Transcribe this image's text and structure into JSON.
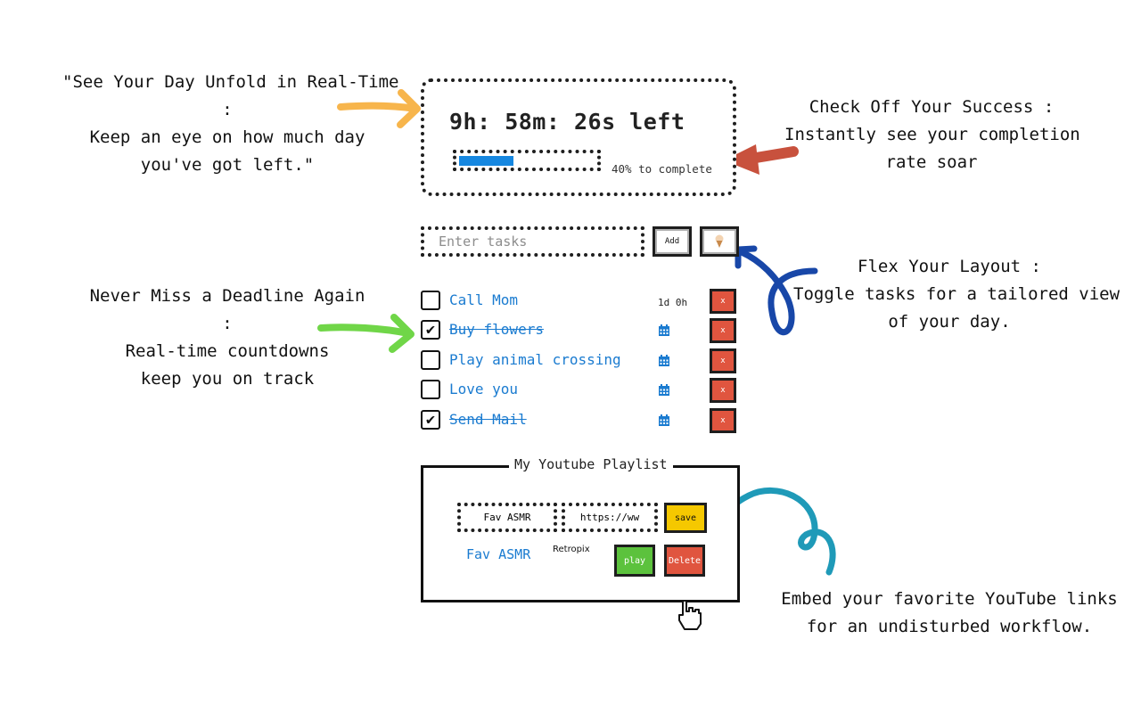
{
  "annotations": {
    "timer": [
      "\"See Your Day Unfold in Real-Time",
      ":",
      "Keep an eye on how much day",
      "you've got left.\""
    ],
    "success": [
      "Check Off Your Success :",
      "Instantly see your completion",
      "rate soar"
    ],
    "layout": [
      "Flex Your Layout :",
      "Toggle tasks for a tailored view",
      "of your day."
    ],
    "deadline": [
      "Never Miss a Deadline Again",
      ":",
      "Real-time countdowns",
      "keep you on track"
    ],
    "youtube": [
      "Embed your favorite YouTube links",
      "for an undisturbed workflow."
    ]
  },
  "timer": {
    "text": "9h: 58m: 26s left",
    "progress_fraction": 0.4,
    "progress_label": "40% to complete",
    "progress_color": "#1687e0"
  },
  "task_input": {
    "placeholder": "Enter tasks",
    "value": ""
  },
  "buttons": {
    "add_label": "Add",
    "toggle_icon": "ice-cream-icon",
    "delete_label": "x"
  },
  "tasks": [
    {
      "text": "Call Mom",
      "done": false,
      "due": "1d 0h"
    },
    {
      "text": "Buy flowers",
      "done": true,
      "due": null
    },
    {
      "text": "Play animal crossing",
      "done": false,
      "due": null
    },
    {
      "text": "Love you",
      "done": false,
      "due": null
    },
    {
      "text": "Send Mail",
      "done": true,
      "due": null
    }
  ],
  "playlist": {
    "title": "My Youtube Playlist",
    "name_input": "Fav ASMR",
    "url_input": "https://ww",
    "save_label": "save",
    "item_name": "Fav ASMR",
    "item_channel": "Retropix",
    "play_label": "play",
    "delete_label": "Delete"
  },
  "colors": {
    "accent_blue": "#1a7bd0",
    "delete_red": "#e0553f",
    "save_yellow": "#f5c800",
    "play_green": "#5cc23d"
  }
}
